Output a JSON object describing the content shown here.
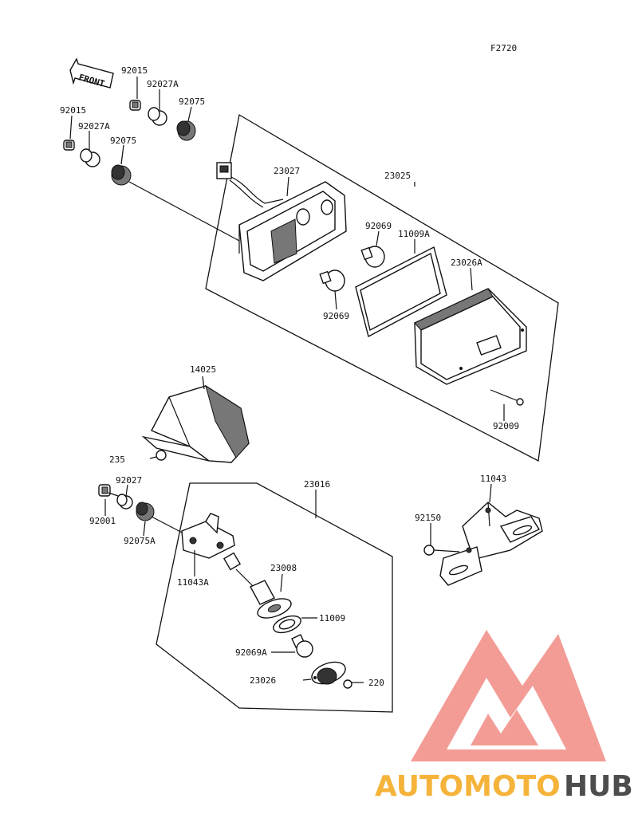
{
  "figure_code": "F2720",
  "front_arrow": "FRONT",
  "labels": {
    "p92015a": "92015",
    "p92027Aa": "92027A",
    "p92075a": "92075",
    "p92015b": "92015",
    "p92027Ab": "92027A",
    "p92075b": "92075",
    "p23027": "23027",
    "p23025": "23025",
    "p92069a": "92069",
    "p11009A": "11009A",
    "p23026A": "23026A",
    "p92069b": "92069",
    "p92009": "92009",
    "p14025": "14025",
    "p235": "235",
    "p92027": "92027",
    "p92001": "92001",
    "p92075A": "92075A",
    "p23016": "23016",
    "p11043A": "11043A",
    "p23008": "23008",
    "p11009": "11009",
    "p92069A": "92069A",
    "p23026": "23026",
    "p220": "220",
    "p11043": "11043",
    "p92150": "92150"
  },
  "watermark": {
    "part1": "AUTOMOTO",
    "part2": "HUB",
    "color_orange": "#F5B33A",
    "color_red": "#E8474A",
    "color_gray": "#4D4D4D",
    "logo_color": "#F28B84"
  }
}
